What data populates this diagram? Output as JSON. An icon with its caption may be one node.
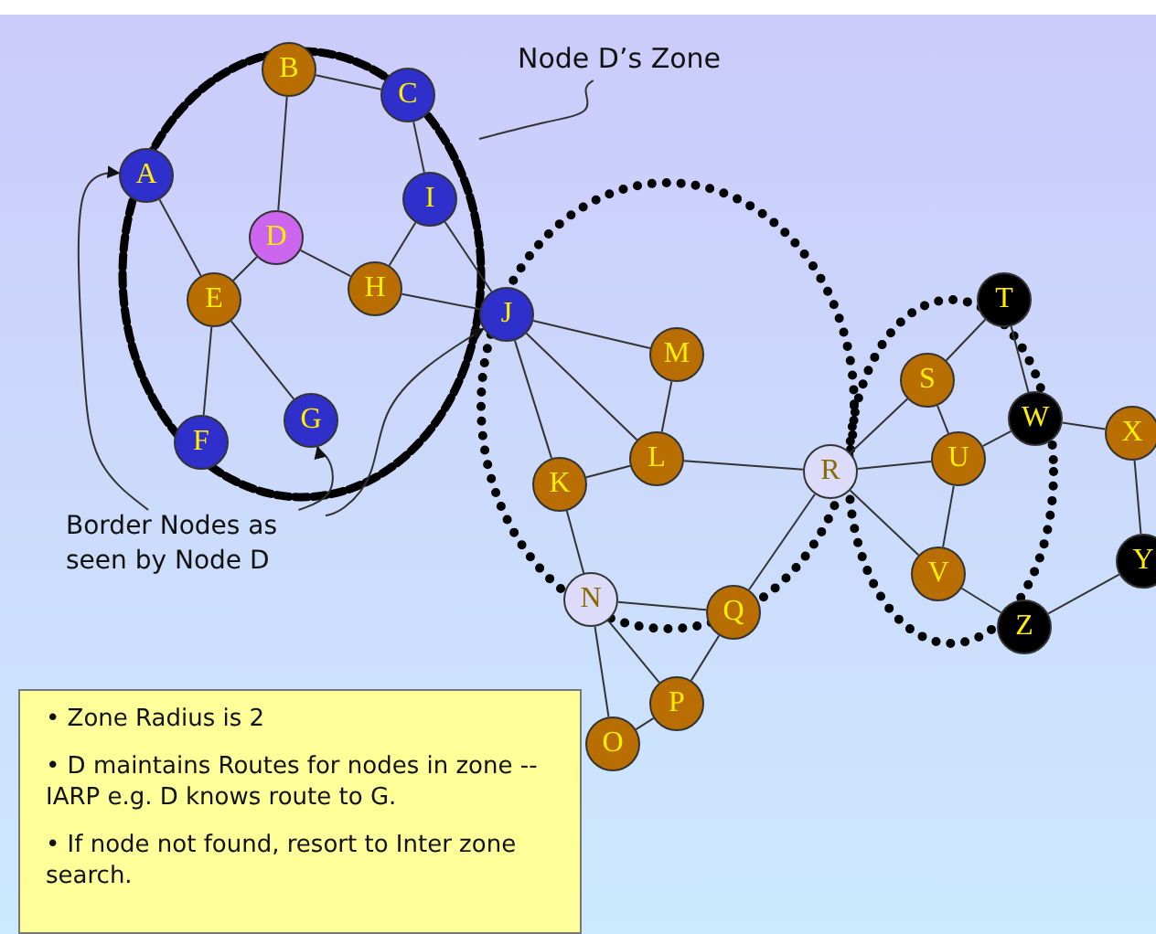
{
  "diagram": {
    "nodes": [
      {
        "text": [
          "Node D’s Zone"
        ]
      },
      {
        "text": [
          "A"
        ]
      },
      {
        "text": [
          "B"
        ]
      },
      {
        "text": [
          "C"
        ]
      },
      {
        "text": [
          "D"
        ]
      },
      {
        "text": [
          "E"
        ]
      },
      {
        "text": [
          "F"
        ]
      },
      {
        "text": [
          "G"
        ]
      },
      {
        "text": [
          "H"
        ]
      },
      {
        "text": [
          "I"
        ]
      },
      {
        "text": [
          "J"
        ]
      },
      {
        "text": [
          "K"
        ]
      },
      {
        "text": [
          "L"
        ]
      },
      {
        "text": [
          "M"
        ]
      },
      {
        "text": [
          "N"
        ]
      },
      {
        "text": [
          "O"
        ]
      },
      {
        "text": [
          "P"
        ]
      },
      {
        "text": [
          "Q"
        ]
      },
      {
        "text": [
          "R"
        ]
      },
      {
        "text": [
          "S"
        ]
      },
      {
        "text": [
          "T"
        ]
      },
      {
        "text": [
          "U"
        ]
      },
      {
        "text": [
          "V"
        ]
      },
      {
        "text": [
          "W"
        ]
      },
      {
        "text": [
          "X"
        ]
      },
      {
        "text": [
          "Y"
        ]
      },
      {
        "text": [
          "Z"
        ]
      },
      {
        "text": [
          "Border Nodes as seen by Node D"
        ]
      },
      {
        "text": [
          "• Zone Radius is 2",
          "• D maintains Routes for nodes in zone --IARP  e.g. D knows route to G.",
          "• If node not found, resort to Inter zone search."
        ]
      }
    ],
    "edges": [
      {
        "from": 0,
        "to": null,
        "arrow": "none"
      },
      {
        "from": 27,
        "to": 1,
        "arrow": "to"
      },
      {
        "from": 27,
        "to": 7,
        "arrow": "to"
      },
      {
        "from": 27,
        "to": 10,
        "arrow": "to"
      },
      {
        "from": 1,
        "to": 5,
        "arrow": "none"
      },
      {
        "from": 2,
        "to": 3,
        "arrow": "none"
      },
      {
        "from": 2,
        "to": 4,
        "arrow": "none"
      },
      {
        "from": 3,
        "to": 9,
        "arrow": "none"
      },
      {
        "from": 4,
        "to": 5,
        "arrow": "none"
      },
      {
        "from": 4,
        "to": 8,
        "arrow": "none"
      },
      {
        "from": 5,
        "to": 6,
        "arrow": "none"
      },
      {
        "from": 5,
        "to": 7,
        "arrow": "none"
      },
      {
        "from": 8,
        "to": 9,
        "arrow": "none"
      },
      {
        "from": 8,
        "to": 10,
        "arrow": "none"
      },
      {
        "from": 9,
        "to": 10,
        "arrow": "none"
      },
      {
        "from": 10,
        "to": 13,
        "arrow": "none"
      },
      {
        "from": 10,
        "to": 12,
        "arrow": "none"
      },
      {
        "from": 10,
        "to": 11,
        "arrow": "none"
      },
      {
        "from": 13,
        "to": 12,
        "arrow": "none"
      },
      {
        "from": 11,
        "to": 12,
        "arrow": "none"
      },
      {
        "from": 12,
        "to": 18,
        "arrow": "none"
      },
      {
        "from": 11,
        "to": 14,
        "arrow": "none"
      },
      {
        "from": 14,
        "to": 17,
        "arrow": "none"
      },
      {
        "from": 14,
        "to": 15,
        "arrow": "none"
      },
      {
        "from": 14,
        "to": 16,
        "arrow": "none"
      },
      {
        "from": 16,
        "to": 15,
        "arrow": "none"
      },
      {
        "from": 16,
        "to": 17,
        "arrow": "none"
      },
      {
        "from": 17,
        "to": 18,
        "arrow": "none"
      },
      {
        "from": 18,
        "to": 19,
        "arrow": "none"
      },
      {
        "from": 18,
        "to": 21,
        "arrow": "none"
      },
      {
        "from": 18,
        "to": 22,
        "arrow": "none"
      },
      {
        "from": 19,
        "to": 21,
        "arrow": "none"
      },
      {
        "from": 19,
        "to": 20,
        "arrow": "none"
      },
      {
        "from": 20,
        "to": 23,
        "arrow": "none"
      },
      {
        "from": 21,
        "to": 23,
        "arrow": "none"
      },
      {
        "from": 21,
        "to": 22,
        "arrow": "none"
      },
      {
        "from": 22,
        "to": 26,
        "arrow": "none"
      },
      {
        "from": 23,
        "to": 24,
        "arrow": "none"
      },
      {
        "from": 24,
        "to": 25,
        "arrow": "none"
      },
      {
        "from": 25,
        "to": 26,
        "arrow": "none"
      }
    ]
  }
}
